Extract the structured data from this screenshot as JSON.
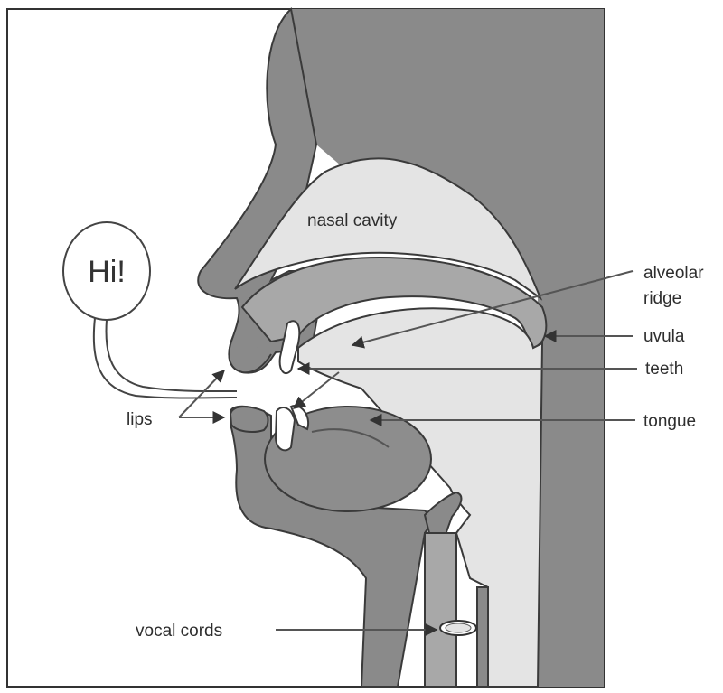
{
  "speech_bubble": {
    "text": "Hi!"
  },
  "labels": {
    "nasal_cavity": "nasal cavity",
    "alveolar_line1": "alveolar",
    "alveolar_line2": "ridge",
    "uvula": "uvula",
    "teeth": "teeth",
    "tongue": "tongue",
    "lips": "lips",
    "vocal_cords": "vocal cords"
  },
  "colors": {
    "dark_tissue": "#8a8a8a",
    "mid_tissue": "#a8a8a8",
    "light_cavity": "#e4e4e4",
    "tongue": "#8d8d8d",
    "teeth": "#ffffff",
    "text": "#2e2e2e"
  }
}
